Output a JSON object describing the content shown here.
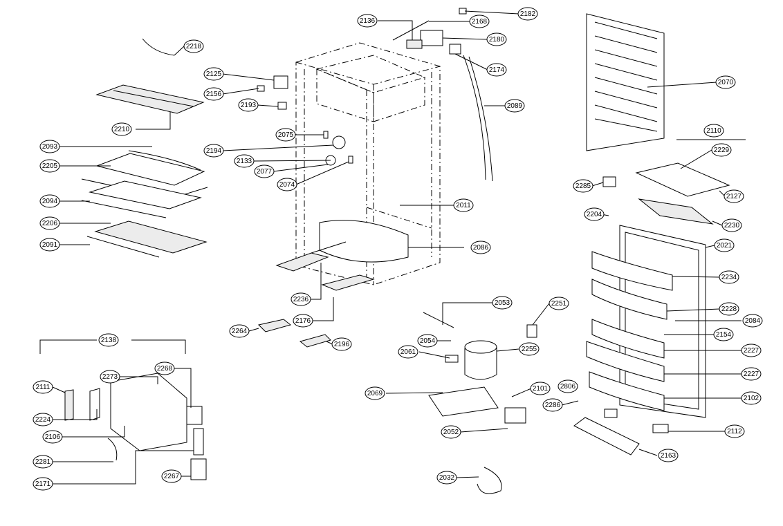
{
  "drawing": {
    "labels": [
      "2218",
      "2125",
      "2156",
      "2193",
      "2210",
      "2093",
      "2205",
      "2094",
      "2206",
      "2091",
      "2136",
      "2168",
      "2182",
      "2180",
      "2174",
      "2089",
      "2075",
      "2194",
      "2133",
      "2077",
      "2074",
      "2011",
      "2086",
      "2236",
      "2176",
      "2264",
      "2196",
      "2070",
      "2110",
      "2229",
      "2285",
      "2127",
      "2204",
      "2230",
      "2021",
      "2234",
      "2228",
      "2084",
      "2154",
      "2227",
      "2227",
      "2102",
      "2112",
      "2163",
      "2053",
      "2251",
      "2054",
      "2255",
      "2061",
      "2069",
      "2101",
      "2806",
      "2286",
      "2052",
      "2032",
      "2138",
      "2111",
      "2273",
      "2268",
      "2224",
      "2106",
      "2281",
      "2171",
      "2267"
    ]
  }
}
